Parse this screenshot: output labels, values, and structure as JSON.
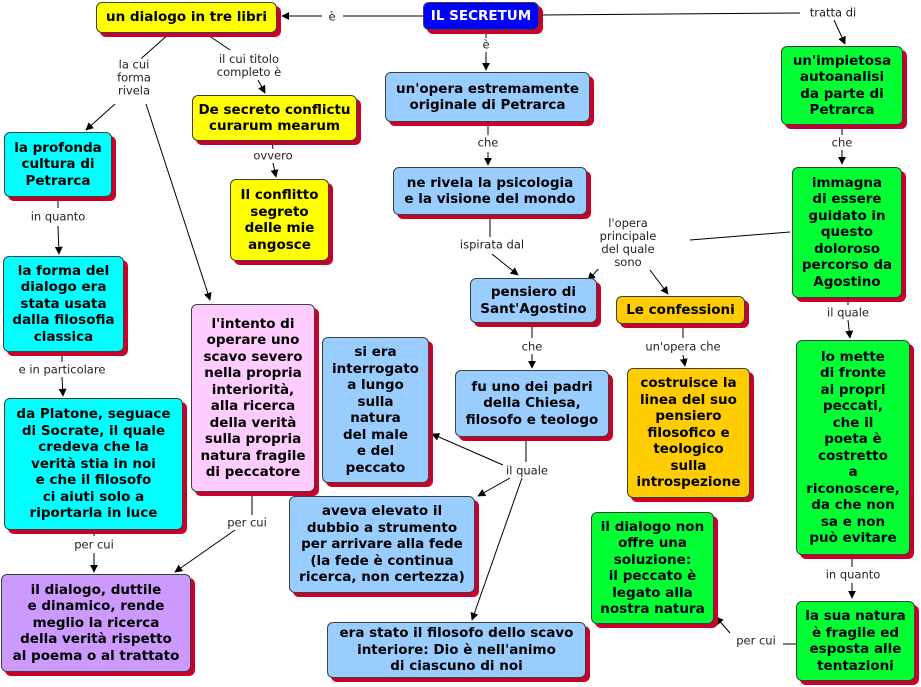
{
  "nodes": {
    "secretum": "IL SECRETUM",
    "dialogo_tre_libri": "un dialogo in tre libri",
    "de_secreto": "De secreto conflictu\ncurarum mearum",
    "conflitto_segreto": "Il conflitto\nsegreto\ndelle mie\nangosce",
    "cultura_petrarca": "la profonda\ncultura di\nPetrarca",
    "forma_dialogo": "la forma del\ndialogo era\nstata usata\ndalla filosofia\nclassica",
    "platone": "da Platone, seguace\ndi Socrate, il quale\ncredeva che la\nverità stia in noi\ne che il filosofo\nci aiuti solo a\nriportarla in luce",
    "dialogo_duttile": "il dialogo, duttile\ne dinamico, rende\nmeglio la ricerca\ndella verità rispetto\nal poema o al trattato",
    "intento_operare": "l'intento di\noperare uno\nscavo severo\nnella propria\ninteriorità,\nalla ricerca\ndella verità\nsulla propria\nnatura fragile\ndi peccatore",
    "opera_originale": "un'opera estremamente\noriginale di Petrarca",
    "psicologia": "ne rivela la psicologia\ne la visione del mondo",
    "agostino": "pensiero di\nSant'Agostino",
    "padri_chiesa": "fu uno dei padri\ndella Chiesa,\nfilosofo e teologo",
    "interrogato": "si era\ninterrogato\na lungo\nsulla\nnatura\ndel male\ne del\npeccato",
    "dubbio": "aveva elevato il\ndubbio a strumento\nper arrivare alla fede\n(la fede è continua\nricerca, non certezza)",
    "scavo_interiore": "era stato il filosofo dello scavo\ninteriore: Dio è nell'animo\ndi ciascuno di noi",
    "confessioni": "Le confessioni",
    "introspezione": "costruisce la\nlinea del suo\npensiero\nfilosofico e\nteologico\nsulla\nintrospezione",
    "autoanalisi": "un'impietosa\nautoanalisi\nda parte di\nPetrarca",
    "immagina": "immagna\ndi essere\nguidato in\nquesto\ndoloroso\npercorso da\nAgostino",
    "mette_fronte": "lo mette\ndi fronte\nai propri\npeccati,\nche il\npoeta è\ncostretto\na\nriconoscere,\nda che non\nsa e non\npuò evitare",
    "natura_fragile": "la sua natura\nè fragile ed\nesposta alle\ntentazioni",
    "dialogo_non_offre": "il dialogo non\noffre una\nsoluzione:\nil peccato è\nlegato alla\nnostra natura"
  },
  "links": {
    "e_1": "è",
    "e_2": "è",
    "tratta_di": "tratta di",
    "forma_rivela": "la cui\nforma\nrivela",
    "titolo_completo": "il cui titolo\ncompleto è",
    "ovvero": "ovvero",
    "in_quanto_1": "in quanto",
    "e_in_particolare": "e in particolare",
    "per_cui_1": "per cui",
    "per_cui_2": "per cui",
    "che_1": "che",
    "ispirata_dal": "ispirata dal",
    "opera_principale": "l'opera\nprincipale\ndel quale\nsono",
    "che_2": "che",
    "il_quale_1": "il quale",
    "un_opera_che": "un'opera che",
    "che_3": "che",
    "il_quale_2": "il quale",
    "in_quanto_2": "in quanto",
    "per_cui_3": "per cui"
  }
}
